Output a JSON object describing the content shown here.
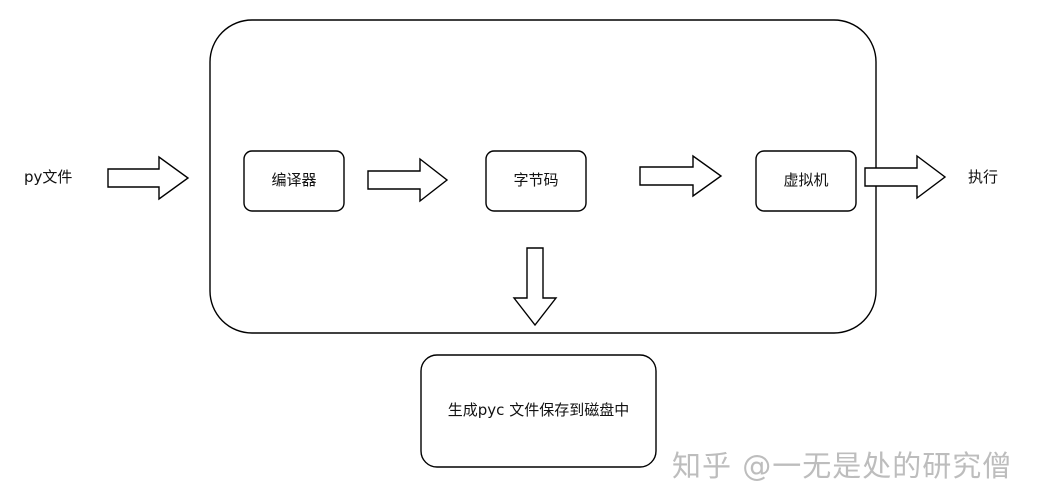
{
  "diagram": {
    "input_label": "py文件",
    "output_label": "执行",
    "nodes": {
      "compiler": "编译器",
      "bytecode": "字节码",
      "vm": "虚拟机",
      "pyc": "生成pyc 文件保存到磁盘中"
    },
    "stroke_color": "#000000",
    "fill_color": "#ffffff"
  },
  "watermark": "知乎 @一无是处的研究僧"
}
